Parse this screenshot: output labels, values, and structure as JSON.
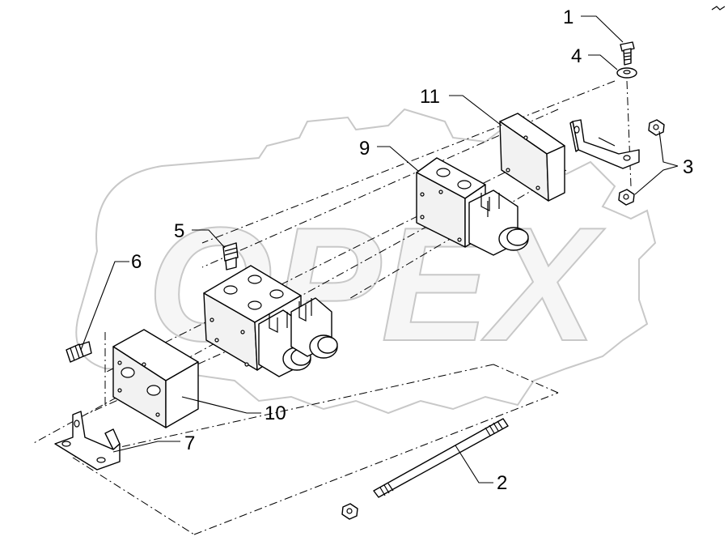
{
  "watermark": {
    "text": "OPEX"
  },
  "callouts": [
    {
      "id": "1",
      "label": "1"
    },
    {
      "id": "2",
      "label": "2"
    },
    {
      "id": "3",
      "label": "3"
    },
    {
      "id": "4",
      "label": "4"
    },
    {
      "id": "5",
      "label": "5"
    },
    {
      "id": "6",
      "label": "6"
    },
    {
      "id": "7",
      "label": "7"
    },
    {
      "id": "9",
      "label": "9"
    },
    {
      "id": "10",
      "label": "10"
    },
    {
      "id": "11",
      "label": "11"
    }
  ]
}
